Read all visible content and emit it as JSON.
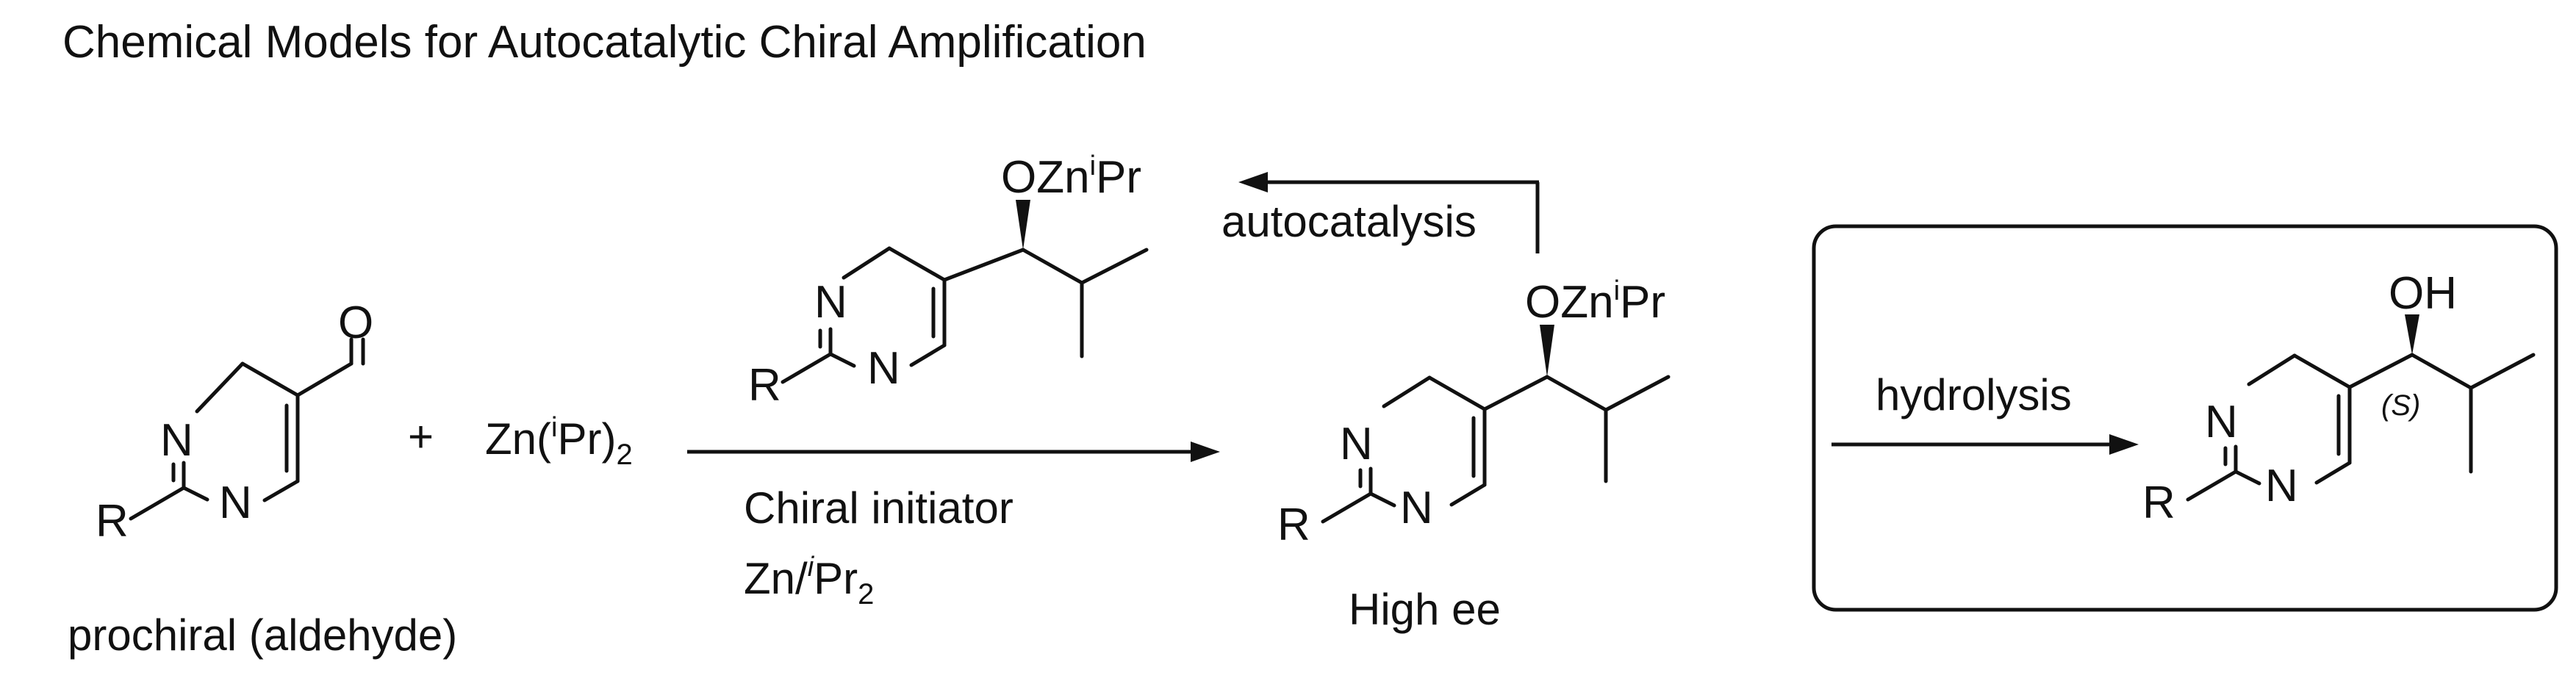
{
  "title": "Chemical Models for Autocatalytic Chiral Amplification",
  "reactant": {
    "caption": "prochiral (aldehyde)",
    "atoms": {
      "o": "O",
      "n1": "N",
      "n2": "N",
      "r": "R"
    }
  },
  "plus": "+",
  "reagent": {
    "base": "Zn(",
    "sup": "i",
    "rest": "Pr)",
    "sub": "2"
  },
  "catalyst": {
    "atoms": {
      "n1": "N",
      "n2": "N",
      "r": "R"
    },
    "ozn": {
      "base": "OZn",
      "sup": "i",
      "rest": "Pr"
    }
  },
  "arrow_conditions": {
    "line1": "Chiral initiator",
    "line2": {
      "base": "Zn/",
      "sup": "i",
      "rest": "Pr",
      "sub": "2"
    }
  },
  "autocatalysis_label": "autocatalysis",
  "product": {
    "caption": "High ee",
    "atoms": {
      "n1": "N",
      "n2": "N",
      "r": "R"
    },
    "ozn": {
      "base": "OZn",
      "sup": "i",
      "rest": "Pr"
    }
  },
  "box": {
    "arrow_label": "hydrolysis",
    "atoms": {
      "oh": "OH",
      "n1": "N",
      "n2": "N",
      "r": "R"
    },
    "stereo": "(S)"
  },
  "colors": {
    "ink": "#111111",
    "background": "#ffffff"
  }
}
